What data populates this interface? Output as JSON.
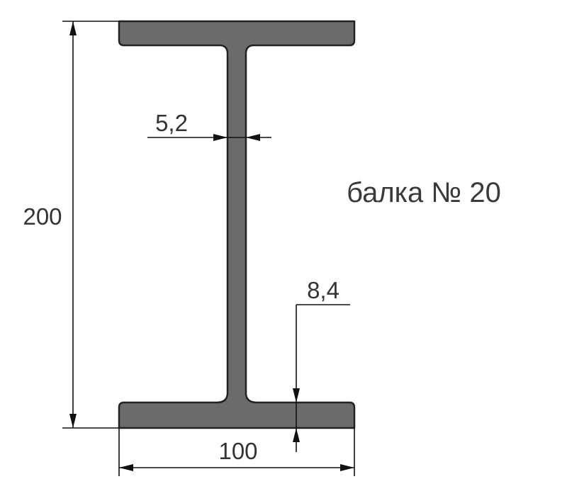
{
  "title": "балка № 20",
  "dimensions": {
    "height": "200",
    "flange_width": "100",
    "web_thickness": "5,2",
    "flange_thickness": "8,4"
  },
  "colors": {
    "beam_fill": "#6b6b6b",
    "beam_outline": "#222222",
    "dimension_lines": "#111111",
    "text": "#333333"
  }
}
